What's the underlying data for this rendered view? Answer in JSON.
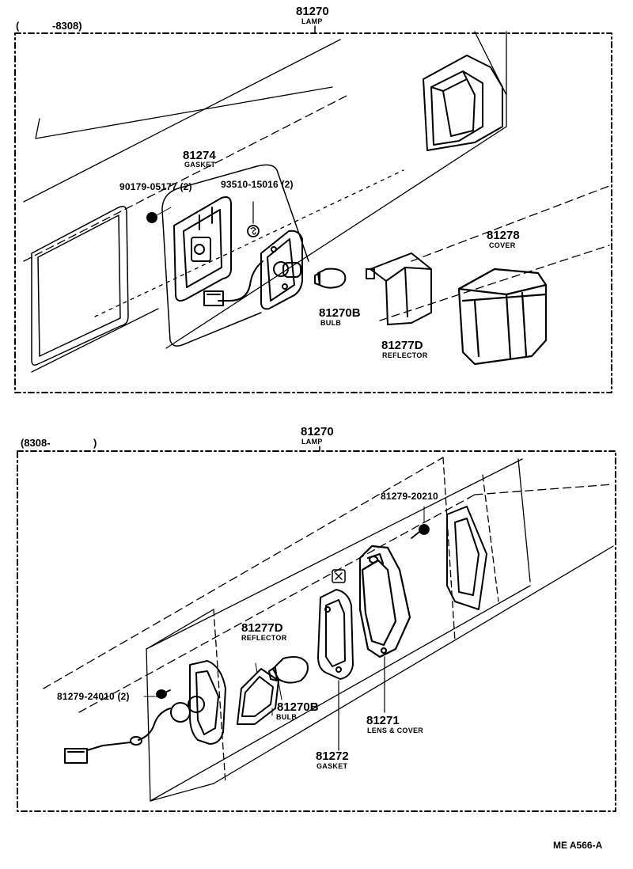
{
  "upper_panel": {
    "range_open": "(",
    "range_end": "-8308)",
    "assembly": {
      "part_no": "81270",
      "name": "LAMP"
    },
    "gasket": {
      "part_no": "81274",
      "name": "GASKET"
    },
    "nut": {
      "part_no": "90179-05177 (2)"
    },
    "screw": {
      "part_no": "93510-15016 (2)"
    },
    "bulb": {
      "part_no": "81270B",
      "name": "BULB"
    },
    "reflector": {
      "part_no": "81277D",
      "name": "REFLECTOR"
    },
    "cover": {
      "part_no": "81278",
      "name": "COVER"
    }
  },
  "lower_panel": {
    "range_start": "(8308-",
    "range_close": ")",
    "assembly": {
      "part_no": "81270",
      "name": "LAMP"
    },
    "screw_top": {
      "part_no": "81279-20210"
    },
    "screw_left": {
      "part_no": "81279-24010 (2)"
    },
    "reflector": {
      "part_no": "81277D",
      "name": "REFLECTOR"
    },
    "bulb": {
      "part_no": "81270B",
      "name": "BULB"
    },
    "lens": {
      "part_no": "81271",
      "name": "LENS & COVER"
    },
    "gasket": {
      "part_no": "81272",
      "name": "GASKET"
    }
  },
  "footer": {
    "code": "ME  A566-A"
  }
}
